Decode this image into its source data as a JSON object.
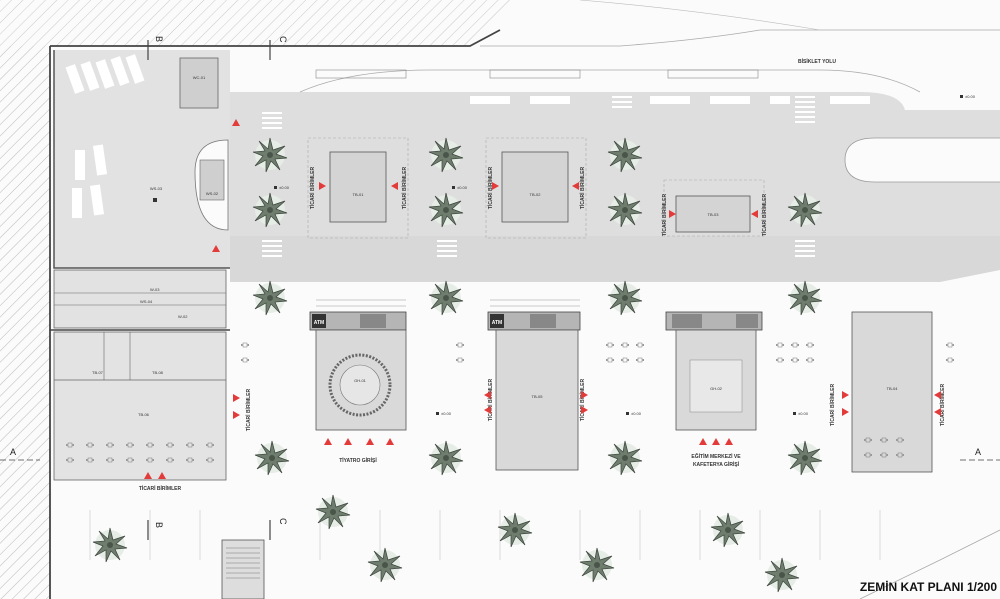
{
  "drawing_title": "ZEMİN KAT PLANI 1/200",
  "road_label": "BİSİKLET YOLU",
  "section_markers": {
    "a": "A",
    "b": "B",
    "c": "C"
  },
  "entrances": {
    "theatre": "TİYATRO GİRİŞİ",
    "education_line1": "EĞİTİM MERKEZİ VE",
    "education_line2": "KAFETERYA GİRİŞİ",
    "commercial_bottom": "TİCARİ BİRİMLER"
  },
  "commercial_label": "TİCARİ BİRİMLER",
  "atm_label": "ATM",
  "level_label": "±0.00",
  "rooms": {
    "wc_top": "WC-01",
    "ws_top": "WS-03",
    "ws_left": "WS-02",
    "wc_03": "W-03",
    "wc_02": "W-02",
    "ws_04": "WS-04",
    "tb_07": "TB-07",
    "tb_08": "TB-08",
    "tb_06": "TB-06",
    "kiosk_1": "TB-01",
    "kiosk_2": "TB-02",
    "kiosk_3": "TB-03",
    "theatre_hall": "GH-01",
    "hall_2": "TB-05",
    "edu_center": "GH-02",
    "hall_4": "TB-04"
  }
}
